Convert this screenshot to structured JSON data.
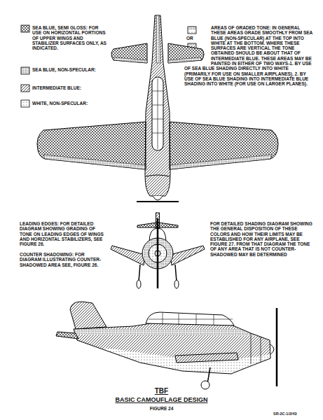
{
  "diagram": {
    "title": "TBF",
    "caption": "FIGURE 24",
    "labels": [
      "OR",
      "LEADING EDGES: FOR DETAILED DIAGRAM SHOWING GRADING OF TONE ON LEADING EDGES OF WINGS AND HORIZONTAL STABILIZERS, SEE FIGURE 26.",
      "COUNTER SHADOWING: FOR DIAGRAM ILLUSTRATING COUNTER-SHADOWED AREA SEE, FIGURE 26.",
      "FOR DETAILED SHADING DIAGRAM SHOWING THE GENERAL DISPOSITION OF THESE COLORS AND HOW THEIR LIMITS MAY BE ESTABLISHED FOR ANY AIRPLANE, SEE FIGURE 27. FROM THAT DIAGRAM THE TONE OF ANY AREA THAT IS NOT COUNTER-SHADOWED MAY BE DETERMINED",
      "BASIC CAMOUFLAGE DESIGN",
      "SR-2C-1/2/43"
    ],
    "legend": [
      {
        "text": "SEA BLUE, SEMI GLOSS: FOR USE ON HORIZONTAL PORTIONS OF UPPER WINGS AND STABILIZER SURFACES ONLY, AS INDICATED."
      },
      {
        "text": "SEA BLUE, NON-SPECULAR:"
      },
      {
        "text": "INTERMEDIATE BLUE:"
      },
      {
        "text": "WHITE, NON-SPECULAR:"
      },
      {
        "text": "AREAS OF GRADED TONE: IN GENERAL THESE AREAS GRADE SMOOTHLY FROM SEA BLUE (NON-SPECULAR) AT THE TOP INTO WHITE AT THE BOTTOM. WHERE THESE SURFACES ARE VERTICAL THE TONE OBTAINED SHOULD BE ABOUT THAT OF INTERMEDIATE BLUE. THESE AREAS MAY BE PAINTED IN EITHER OF TWO WAYS-1. BY USE OF SEA BLUE SHADING DIRECTLY INTO WHITE (PRIMARILY FOR USE ON SMALLER AIRPLANES). 2. BY USE OF SEA BLUE SHADING INTO INTERMEDIATE BLUE SHADING INTO WHITE (FOR USE ON LARGER PLANES)."
      }
    ]
  }
}
